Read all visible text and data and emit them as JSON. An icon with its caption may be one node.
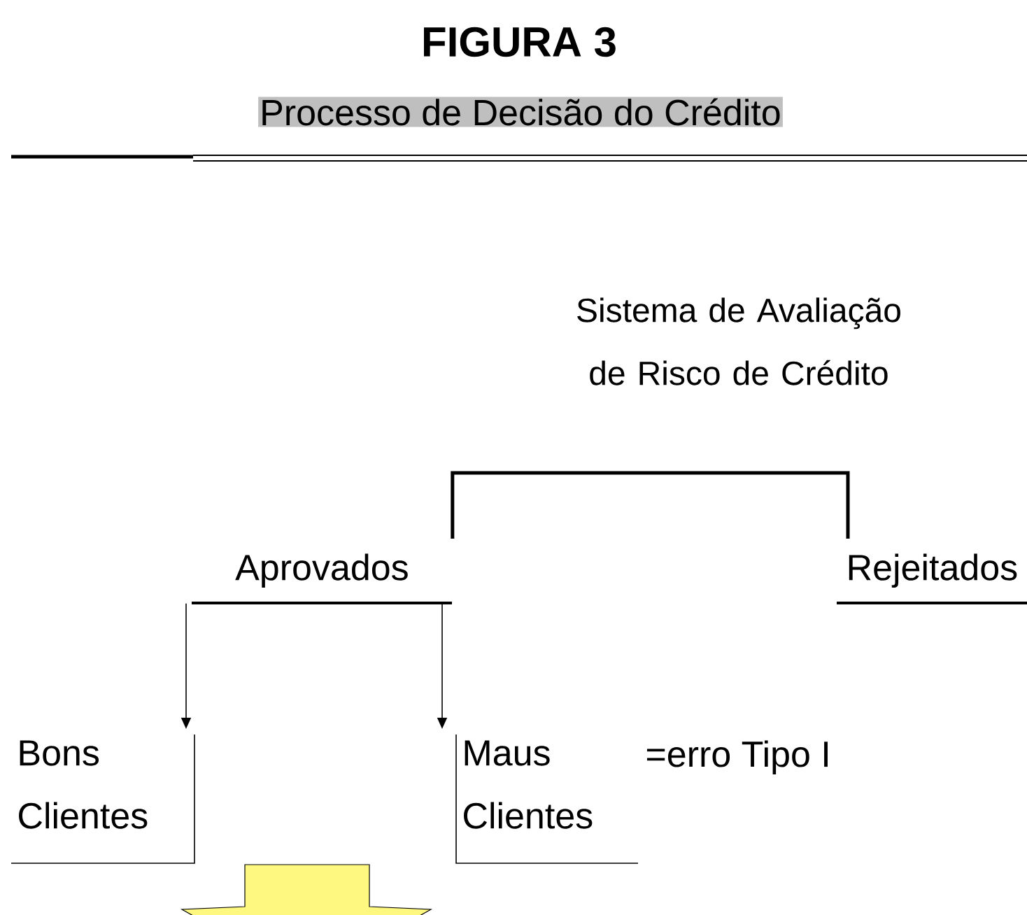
{
  "diagram": {
    "title": "FIGURA 3",
    "caption": "Processo de Decisão do Crédito",
    "nodes": [
      {
        "text": [
          "Sistema de Avaliação de Risco de Crédito"
        ]
      },
      {
        "text": [
          "Aprovados"
        ]
      },
      {
        "text": [
          "Rejeitados"
        ]
      },
      {
        "text": [
          "Bons Clientes"
        ]
      },
      {
        "text": [
          "Maus Clientes"
        ],
        "beside": [
          "=erro Tipo I"
        ]
      }
    ],
    "edges": [
      {
        "from": 1,
        "to": 2,
        "arrow": "none",
        "style": "thick"
      },
      {
        "from": 1,
        "to": 3,
        "arrow": "to"
      },
      {
        "from": 1,
        "to": 4,
        "arrow": "to"
      }
    ]
  }
}
